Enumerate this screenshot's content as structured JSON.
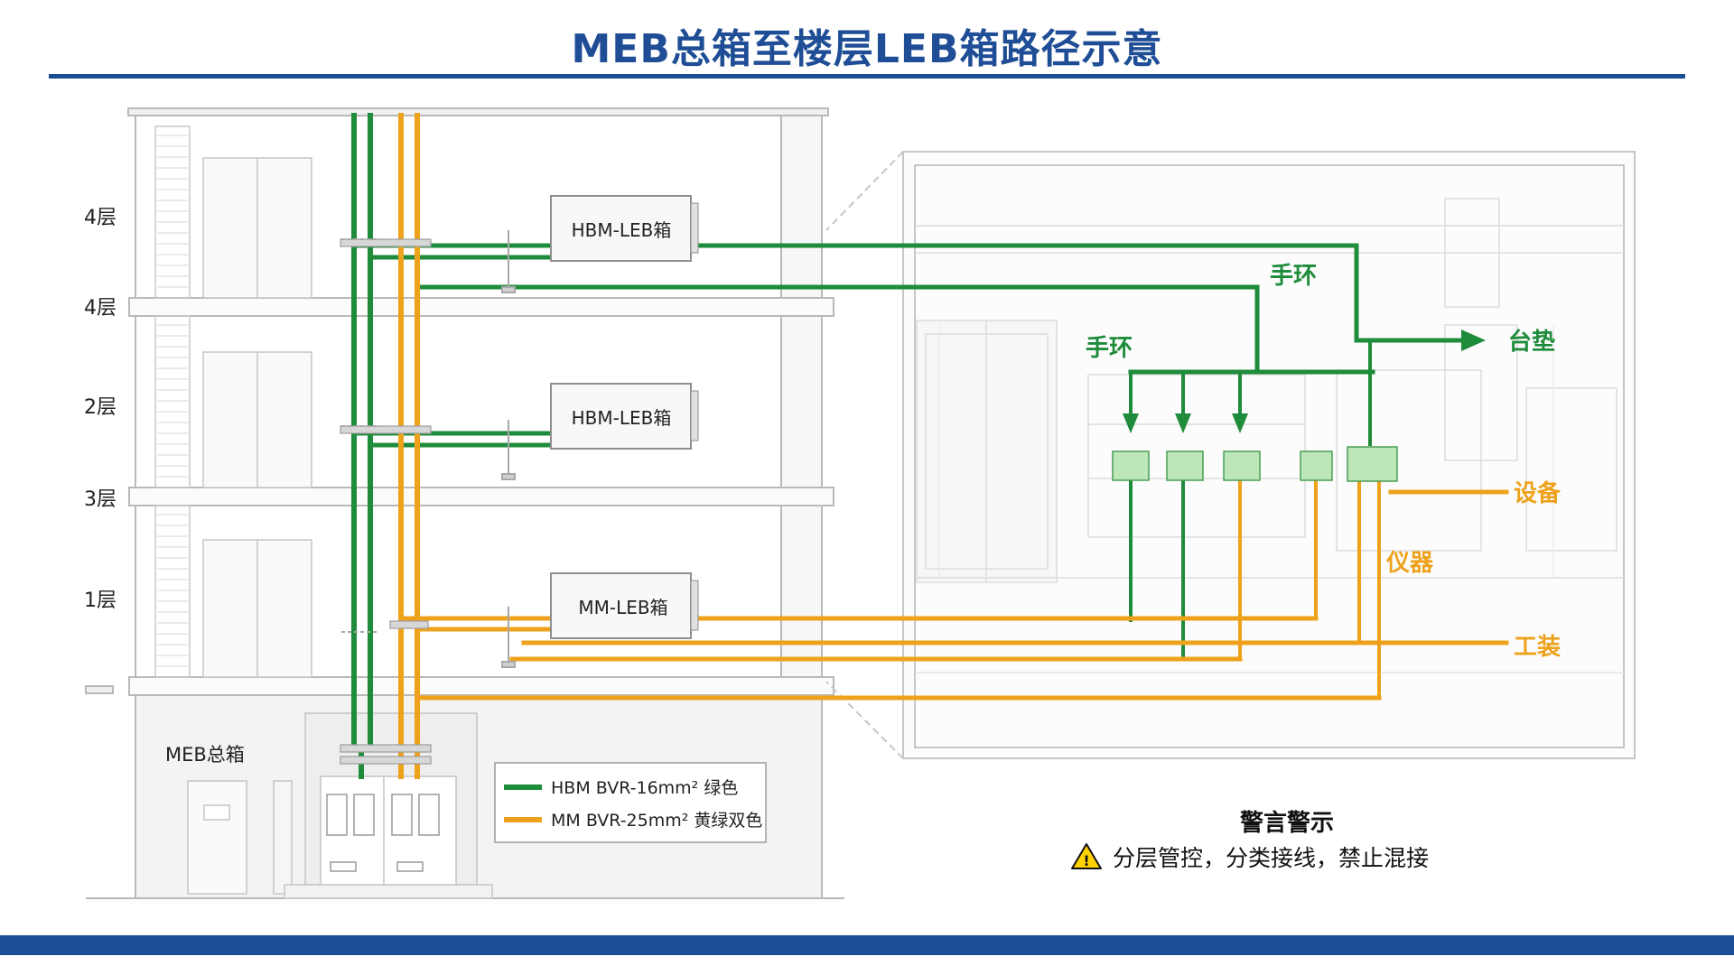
{
  "title": "MEB总箱至楼层LEB箱路径示意",
  "floors": [
    "4层",
    "4层",
    "2层",
    "3层",
    "1层"
  ],
  "boxes": {
    "hbm_leb_top": "HBM-LEB箱",
    "hbm_leb_mid": "HBM-LEB箱",
    "mm_leb": "MM-LEB箱",
    "meb": "MEB总箱"
  },
  "labels": {
    "wristband_a": "手环",
    "wristband_b": "手环",
    "mat": "台垫",
    "equipment": "设备",
    "instrument": "仪器",
    "fixture": "工装"
  },
  "legend": {
    "hbm": "HBM BVR-16mm² 绿色",
    "mm": "MM BVR-25mm² 黄绿双色"
  },
  "warning": {
    "title": "警言警示",
    "text": "分层管控，分类接线，禁止混接"
  },
  "colors": {
    "green": "#1e8c3a",
    "orange": "#eea21c",
    "blue": "#1c4e95",
    "outline": "#b9b9b9"
  }
}
